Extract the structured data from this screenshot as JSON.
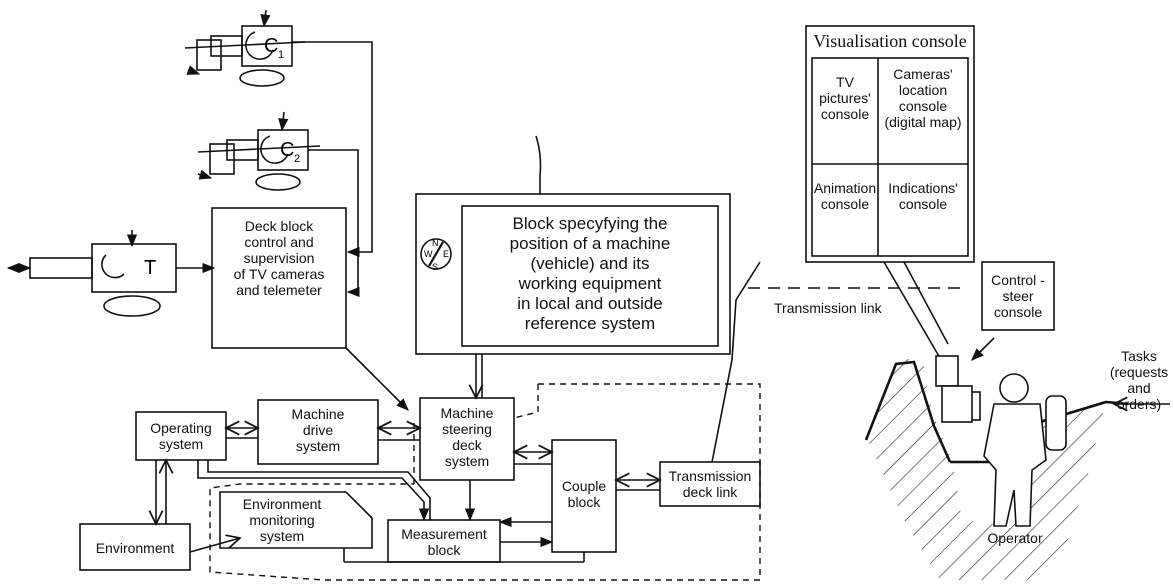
{
  "camera_c1": {
    "label": "C",
    "sub": "1"
  },
  "camera_c2": {
    "label": "C",
    "sub": "2"
  },
  "telemeter": {
    "label": "T"
  },
  "deck_block": {
    "label": "Deck block\ncontrol and\nsupervision\nof TV cameras\nand telemeter"
  },
  "position_block": {
    "label": "Block specyfying the\nposition of a machine\n(vehicle) and its\nworking equipment\nin local and outside\nreference system"
  },
  "compass": {
    "n": "N",
    "s": "S",
    "e": "E",
    "w": "W"
  },
  "operating_system": {
    "label": "Operating\nsystem"
  },
  "machine_drive": {
    "label": "Machine\ndrive\nsystem"
  },
  "steering_deck": {
    "label": "Machine\nsteering\ndeck\nsystem"
  },
  "couple_block": {
    "label": "Couple\nblock"
  },
  "transmission_deck": {
    "label": "Transmission\ndeck link"
  },
  "environment": {
    "label": "Environment"
  },
  "env_monitoring": {
    "label": "Environment\nmonitoring\nsystem"
  },
  "measurement": {
    "label": "Measurement\nblock"
  },
  "visualisation": {
    "title": "Visualisation console",
    "cells": [
      "TV\npictures'\nconsole",
      "Cameras'\nlocation\nconsole\n(digital map)",
      "Animation\nconsole",
      "Indications'\nconsole"
    ]
  },
  "transmission_link": {
    "label": "Transmission link"
  },
  "control_console": {
    "label": "Control -\nsteer\nconsole"
  },
  "tasks": {
    "label": "Tasks\n(requests\nand orders)"
  },
  "operator": {
    "label": "Operator"
  }
}
